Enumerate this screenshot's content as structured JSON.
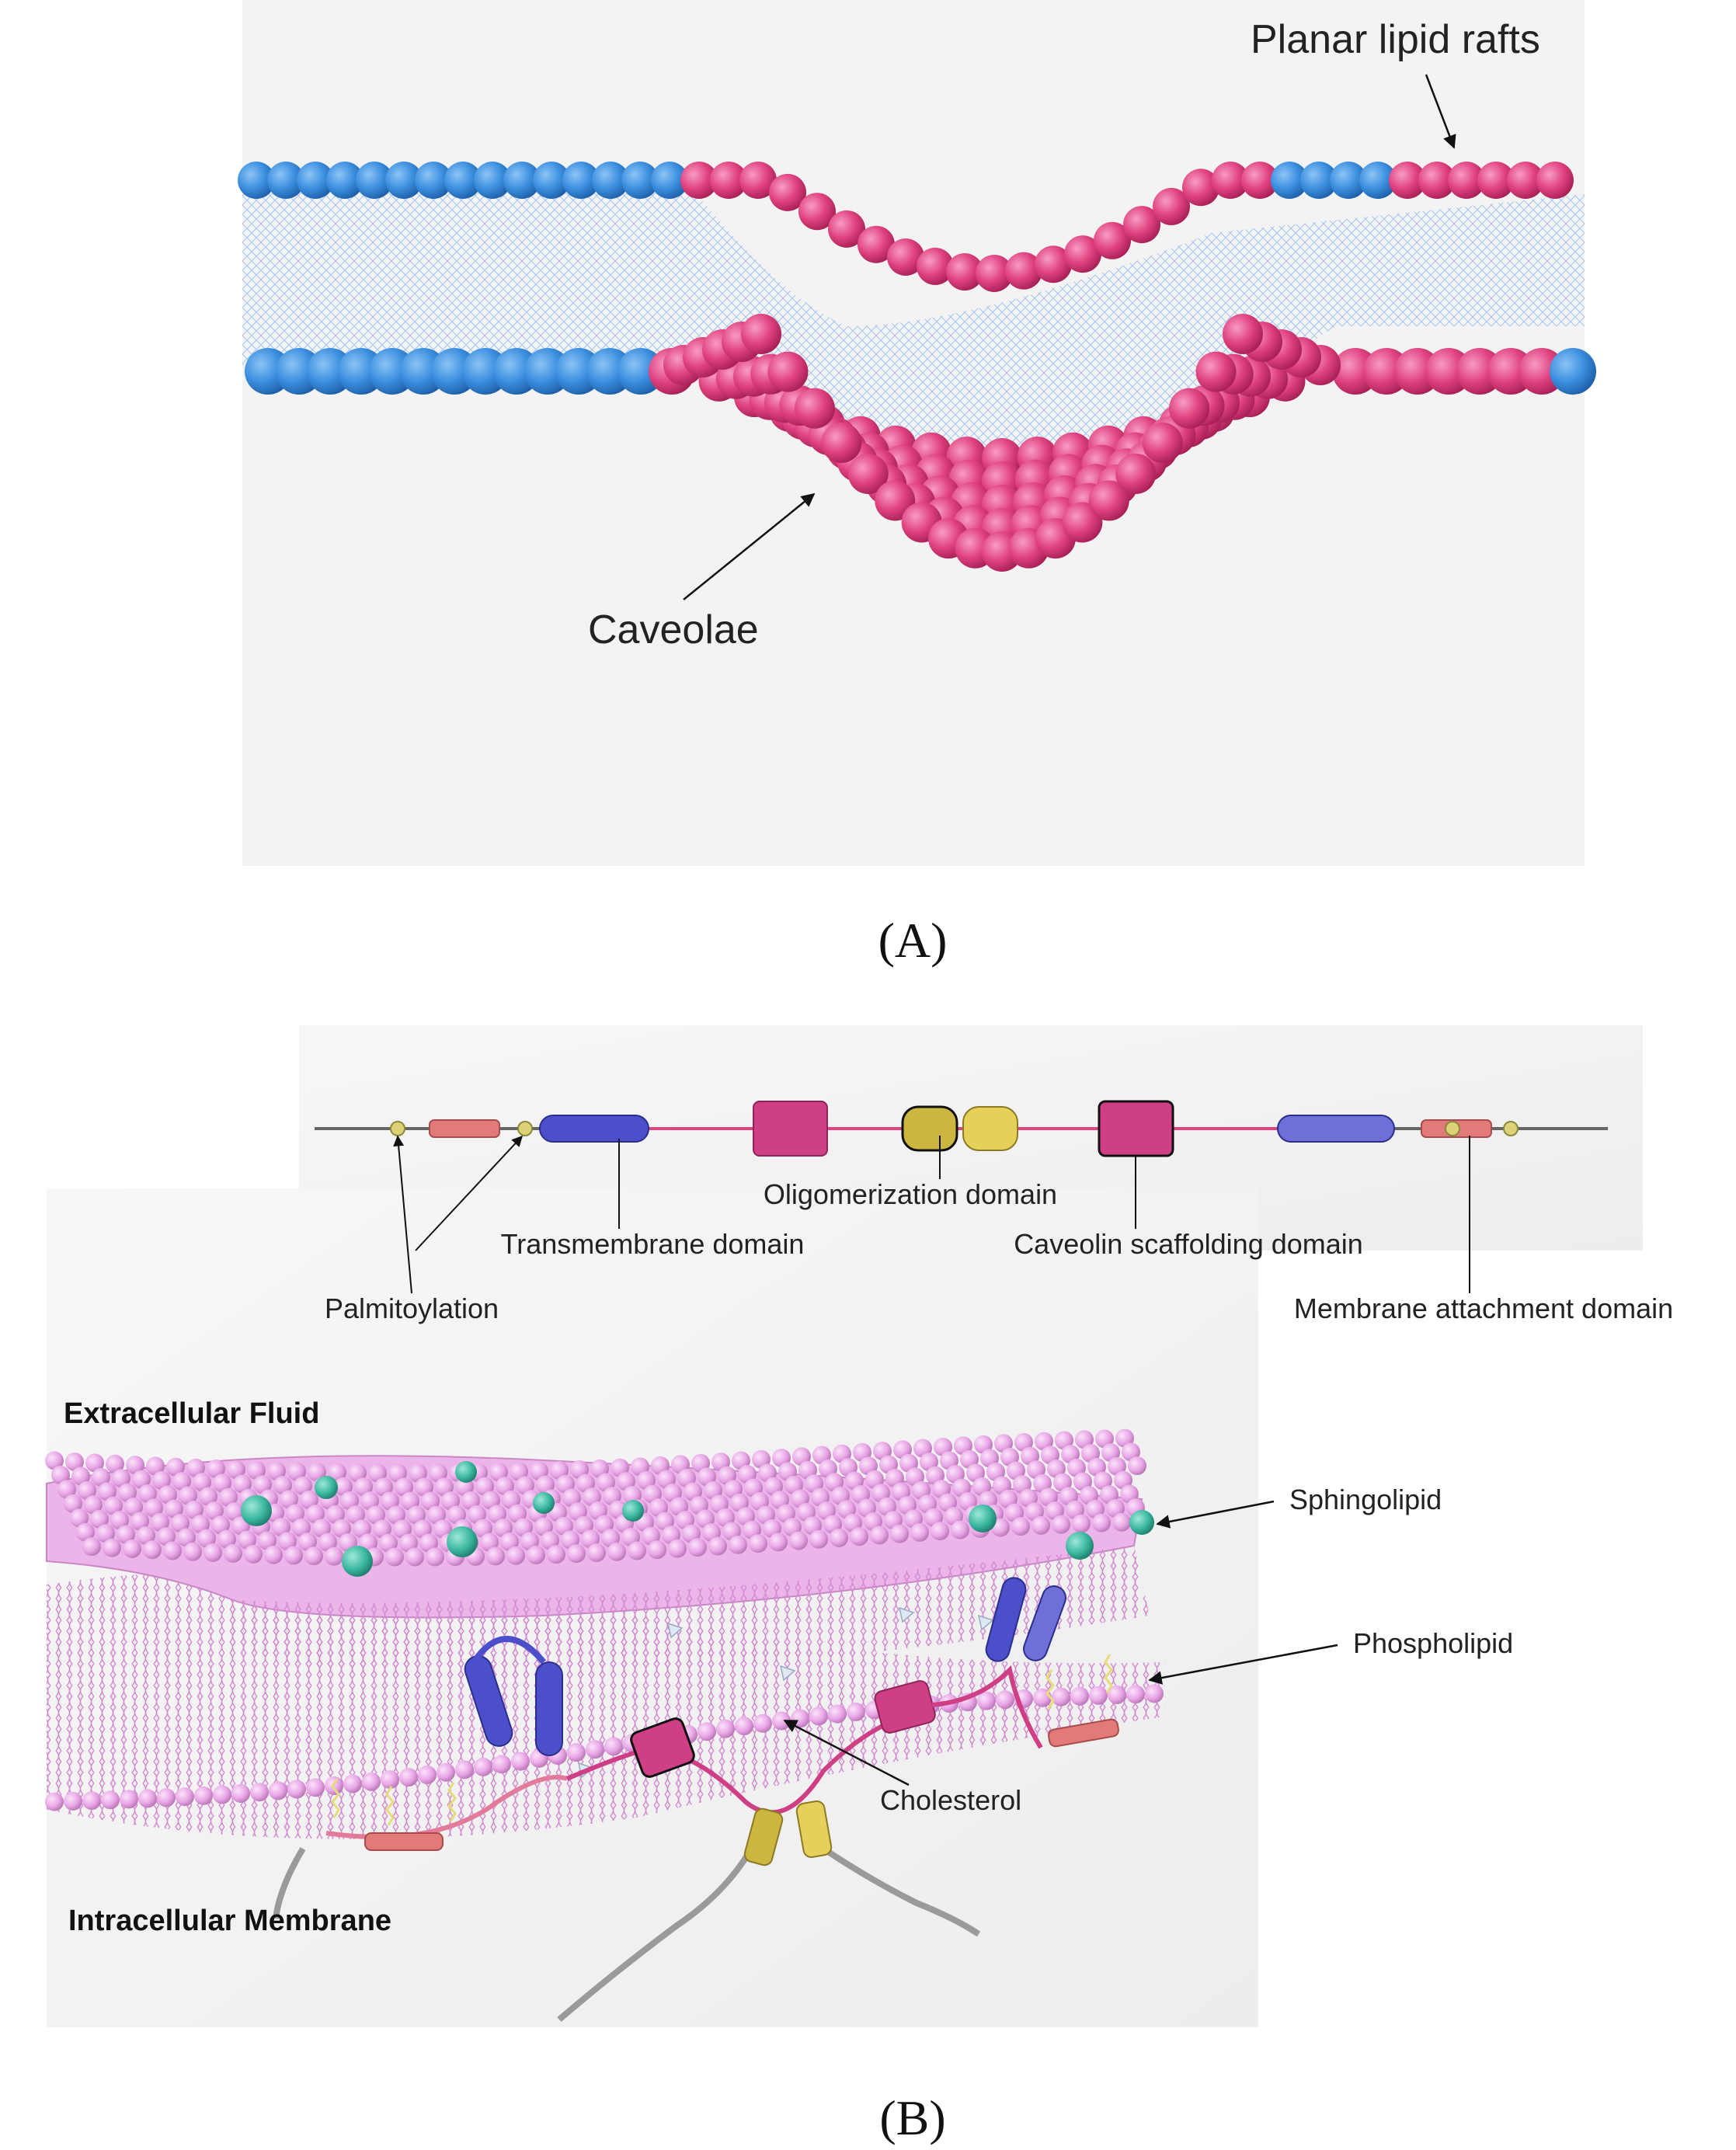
{
  "panel_a": {
    "label_planar": "Planar lipid rafts",
    "label_caveolae": "Caveolae",
    "caption": "(A)",
    "colors": {
      "non_raft_lipid": "#3c8fdf",
      "raft_lipid": "#e0437f",
      "background": "#f3f3f3"
    }
  },
  "panel_b": {
    "domain_labels": {
      "oligomerization": "Oligomerization domain",
      "transmembrane": "Transmembrane domain",
      "scaffolding": "Caveolin scaffolding domain",
      "palmitoylation": "Palmitoylation",
      "membrane_attachment": "Membrane attachment domain"
    },
    "membrane_labels": {
      "extracellular": "Extracellular Fluid",
      "intracellular": "Intracellular Membrane",
      "sphingolipid": "Sphingolipid",
      "phospholipid": "Phospholipid",
      "cholesterol": "Cholesterol"
    },
    "caption": "(B)",
    "colors": {
      "phospholipid_head": "#e8a6e6",
      "sphingolipid_head": "#3cb8a0",
      "transmembrane_helix": "#4b4fc9",
      "scaffolding_helix": "#cf3f86",
      "oligomerization_helix": "#cdb640",
      "membrane_attachment_helix": "#e27a7a"
    }
  }
}
